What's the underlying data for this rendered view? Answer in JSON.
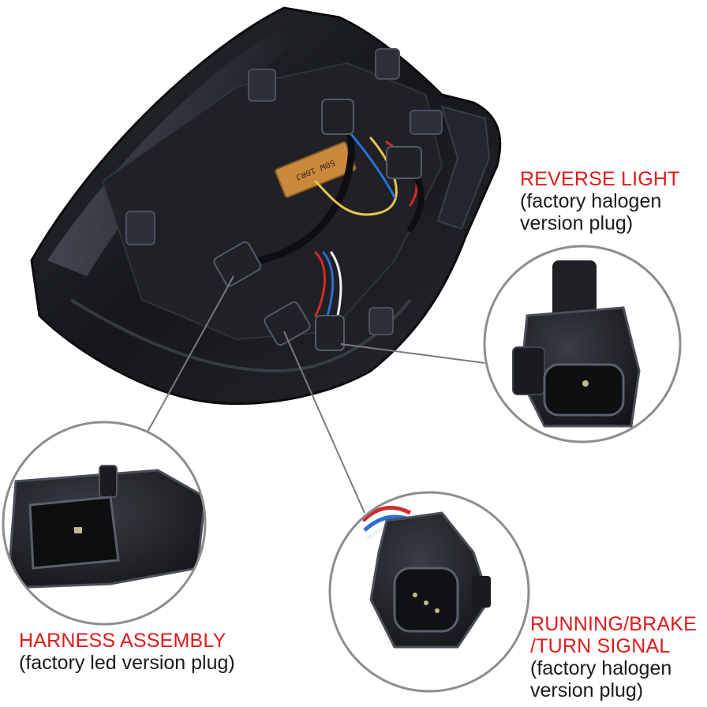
{
  "captions": {
    "reverse": {
      "title": "REVERSE LIGHT",
      "lines": [
        "(factory halogen",
        "version plug)"
      ]
    },
    "harness": {
      "title": "HARNESS ASSEMBLY",
      "lines": [
        "(factory led version plug)"
      ]
    },
    "running": {
      "title_lines": [
        "RUNNING/BRAKE",
        "/TURN SIGNAL"
      ],
      "lines": [
        "(factory halogen",
        "version plug)"
      ]
    }
  },
  "resistor_label": "50W 10RJ",
  "colors": {
    "label_red": "#e01a1a",
    "label_text": "#1a1a1a",
    "housing": "#1b1d22",
    "resistor": "#c98a3e"
  }
}
